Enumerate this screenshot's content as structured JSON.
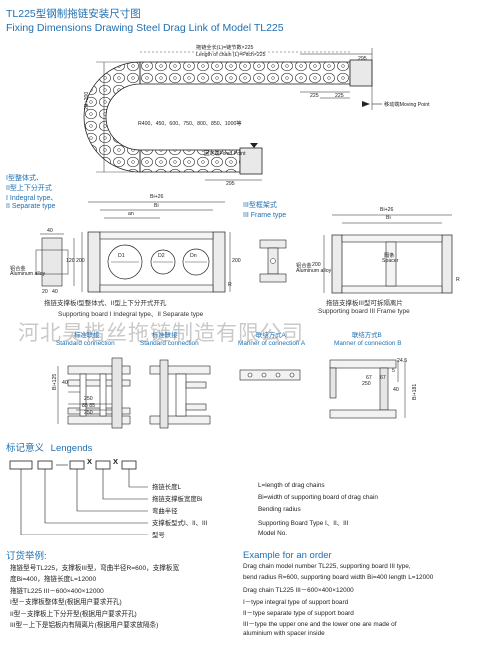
{
  "title": {
    "cn": "TL225型钢制拖链安装尺寸图",
    "en": "Fixing Dimensions Drawing Steel Drag Link of Model TL225"
  },
  "top_drawing": {
    "chain_length_cn": "拖链全长(L)=链节数×225",
    "chain_length_en": "Length of chain (L)=Pitch×225",
    "dim_295_top": "295",
    "dim_225_a": "225",
    "dim_225_b": "225",
    "moving_point": "移动端Moving Point",
    "radius_list": "R400、450、600、750、800、850、1000等",
    "height_label": "2R+200",
    "fixed_point": "固定端Fixed Point",
    "dim_295_bottom": "295"
  },
  "type_labels": {
    "line1": "I型整体式、",
    "line2": "II型上下分开式",
    "line3": "I Indegral type、",
    "line4": "II Separate type",
    "frame_cn": "III型框架式",
    "frame_en": "III Frame type"
  },
  "section_a": {
    "bi26": "Bi+26",
    "bi": "Bi",
    "an": "an",
    "d1": "D1",
    "d2": "D2",
    "dn": "Dn",
    "dim_40": "40",
    "dim_120": "120",
    "dim_200": "200",
    "dim_200b": "200",
    "dim_20": "20",
    "dim_40b": "40",
    "alloy_cn": "铝合金",
    "alloy_en": "Aluminum alloy",
    "r": "R",
    "caption_cn": "拖链支撑板I型整体式、II型上下分开式开孔",
    "caption_en": "Supporting board I Indegral type、II Separate type"
  },
  "section_b": {
    "bi26": "Bi+26",
    "bi": "Bi",
    "dim_200": "200",
    "alloy_cn": "铝合金",
    "alloy_en": "Aluminum alloy",
    "spacer_cn": "隔条",
    "spacer_en": "Spacer",
    "r": "R",
    "caption_cn": "拖链支撑板III型可拆隔离片",
    "caption_en": "Supporting board III Frame type"
  },
  "connections": {
    "std1_cn": "标准联接",
    "std1_en": "Standard connection",
    "std2_cn": "标准联接",
    "std2_en": "Standard connection",
    "ma_cn": "联结方式A",
    "ma_en": "Manner of connection A",
    "mb_cn": "联结方式B",
    "mb_en": "Manner of connection B"
  },
  "conn_dims": {
    "bi125": "Bi+125",
    "d40": "40",
    "d250": "250",
    "d8585": "85 85",
    "d250b": "250",
    "d245": "24.5",
    "d5": "5",
    "d67a": "67",
    "d67b": "67",
    "d250c": "250",
    "bi181": "Bi+181",
    "d40b": "40"
  },
  "watermark": "河北昊楷丝拖链制造有限公司",
  "legend": {
    "head_cn": "标记意义",
    "head_en": "Lengends",
    "x1": "X",
    "x2": "X",
    "rows_cn": [
      "拖链长度L",
      "拖链支撑板宽度Bi",
      "弯曲半径",
      "支撑板型式I、II、III",
      "型号"
    ],
    "rows_en": [
      "L=length of drag chains",
      "Bi=width of supporting board of drag chain",
      "Bending radius",
      "Supporting Board Type I、II、III",
      "Model No."
    ]
  },
  "order": {
    "head_cn": "订货举例:",
    "head_en": "Example for an order",
    "cn_lines": [
      "拖链型号TL225，支撑板III型，弯曲半径R=600，支撑板宽",
      "度Bi=400，拖链长度L=12000",
      "拖链TL225 III－600×400×12000",
      "I型－支撑板整体型(根据用户要求开孔)",
      "II型－支撑板上下分开型(根据用户要求开孔)",
      "III型－上下是铝板内有隔离片(根据用户要求放隔条)"
    ],
    "en_lines": [
      "Drag chain model number TL225, supporting board III type,",
      "bend radius R=600, supporting board width Bi=400 length L=12000",
      "Drag chain TL225 III－600×400×12000",
      "I－type integral type of support board",
      "II－type separate type of support board",
      "III－type the upper one and the lower one are made of",
      "aluminium with spacer inside"
    ]
  }
}
